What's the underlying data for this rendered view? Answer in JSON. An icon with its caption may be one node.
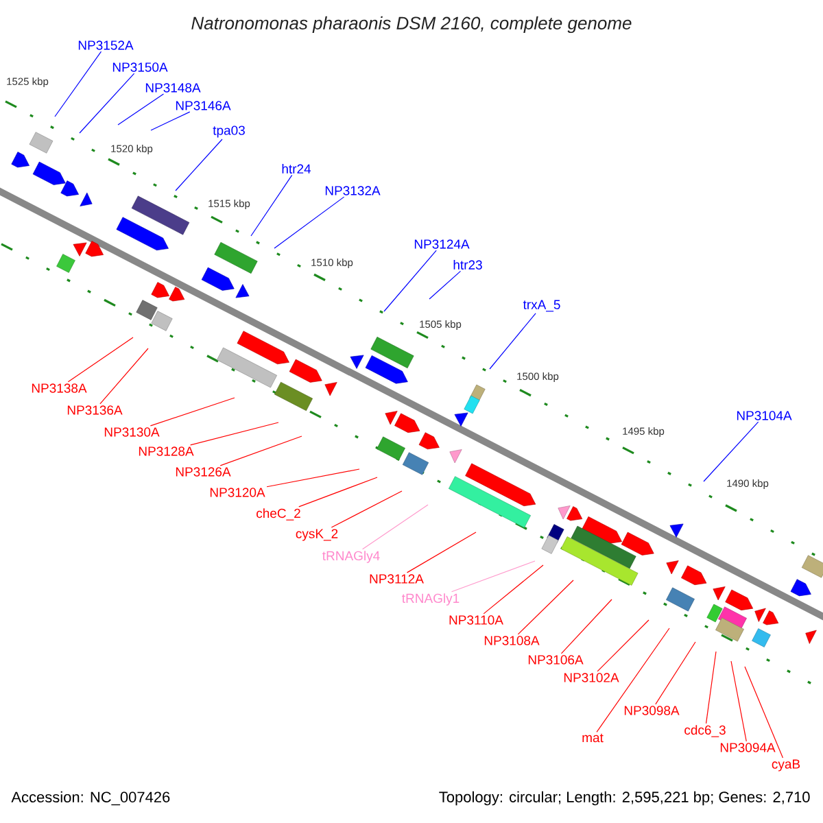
{
  "diagram": {
    "title": "*Natronomonas pharaonis* DSM 2160, complete genome",
    "nodes": [
      {
        "text": [
          "NP3152A"
        ]
      },
      {
        "text": [
          "NP3150A"
        ]
      },
      {
        "text": [
          "NP3148A"
        ]
      },
      {
        "text": [
          "NP3146A"
        ]
      },
      {
        "text": [
          "tpa03"
        ]
      },
      {
        "text": [
          "htr24"
        ]
      },
      {
        "text": [
          "NP3132A"
        ]
      },
      {
        "text": [
          "NP3124A"
        ]
      },
      {
        "text": [
          "htr23"
        ]
      },
      {
        "text": [
          "trxA_5"
        ]
      },
      {
        "text": [
          "NP3104A"
        ]
      },
      {
        "text": [
          "NP3138A"
        ]
      },
      {
        "text": [
          "NP3136A"
        ]
      },
      {
        "text": [
          "NP3130A"
        ]
      },
      {
        "text": [
          "NP3128A"
        ]
      },
      {
        "text": [
          "NP3126A"
        ]
      },
      {
        "text": [
          "NP3120A"
        ]
      },
      {
        "text": [
          "cheC_2"
        ]
      },
      {
        "text": [
          "cysK_2"
        ]
      },
      {
        "text": [
          "tRNAGly4"
        ]
      },
      {
        "text": [
          "NP3112A"
        ]
      },
      {
        "text": [
          "tRNAGly1"
        ]
      },
      {
        "text": [
          "NP3110A"
        ]
      },
      {
        "text": [
          "NP3108A"
        ]
      },
      {
        "text": [
          "NP3106A"
        ]
      },
      {
        "text": [
          "NP3102A"
        ]
      },
      {
        "text": [
          "NP3098A"
        ]
      },
      {
        "text": [
          "mat"
        ]
      },
      {
        "text": [
          "cdc6_3"
        ]
      },
      {
        "text": [
          "NP3094A"
        ]
      },
      {
        "text": [
          "cyaB"
        ]
      }
    ],
    "edges": [
      {
        "from": 0,
        "to": null,
        "arrow": "none",
        "color": "#0000ff"
      },
      {
        "from": 1,
        "to": null,
        "arrow": "none",
        "color": "#0000ff"
      },
      {
        "from": 2,
        "to": null,
        "arrow": "none",
        "color": "#0000ff"
      },
      {
        "from": 3,
        "to": null,
        "arrow": "none",
        "color": "#0000ff"
      },
      {
        "from": 4,
        "to": null,
        "arrow": "none",
        "color": "#0000ff"
      },
      {
        "from": 5,
        "to": null,
        "arrow": "none",
        "color": "#0000ff"
      },
      {
        "from": 6,
        "to": null,
        "arrow": "none",
        "color": "#0000ff"
      },
      {
        "from": 7,
        "to": null,
        "arrow": "none",
        "color": "#0000ff"
      },
      {
        "from": 8,
        "to": null,
        "arrow": "none",
        "color": "#0000ff"
      },
      {
        "from": 9,
        "to": null,
        "arrow": "none",
        "color": "#0000ff"
      },
      {
        "from": 10,
        "to": null,
        "arrow": "none",
        "color": "#0000ff"
      },
      {
        "from": 11,
        "to": null,
        "arrow": "none"
      },
      {
        "from": 12,
        "to": null,
        "arrow": "none"
      },
      {
        "from": 13,
        "to": null,
        "arrow": "none"
      },
      {
        "from": 14,
        "to": null,
        "arrow": "none"
      },
      {
        "from": 15,
        "to": null,
        "arrow": "none"
      },
      {
        "from": 16,
        "to": null,
        "arrow": "none"
      },
      {
        "from": 17,
        "to": null,
        "arrow": "none"
      },
      {
        "from": 18,
        "to": null,
        "arrow": "none"
      },
      {
        "from": 19,
        "to": null,
        "arrow": "none",
        "color": "#ff99cc"
      },
      {
        "from": 20,
        "to": null,
        "arrow": "none"
      },
      {
        "from": 21,
        "to": null,
        "arrow": "none",
        "color": "#ff99cc"
      },
      {
        "from": 22,
        "to": null,
        "arrow": "none"
      },
      {
        "from": 23,
        "to": null,
        "arrow": "none"
      },
      {
        "from": 24,
        "to": null,
        "arrow": "none"
      },
      {
        "from": 25,
        "to": null,
        "arrow": "none"
      },
      {
        "from": 26,
        "to": null,
        "arrow": "none"
      },
      {
        "from": 27,
        "to": null,
        "arrow": "none"
      },
      {
        "from": 28,
        "to": null,
        "arrow": "none"
      },
      {
        "from": 29,
        "to": null,
        "arrow": "none"
      },
      {
        "from": 30,
        "to": null,
        "arrow": "none"
      }
    ],
    "labels": [
      "1525 kbp",
      "1520 kbp",
      "1515 kbp",
      "1510 kbp",
      "1505 kbp",
      "1500 kbp",
      "1495 kbp",
      "1490 kbp",
      "Accession: NC_007426",
      "Topology: circular; Length: 2,595,221 bp; Genes: 2,710"
    ]
  }
}
